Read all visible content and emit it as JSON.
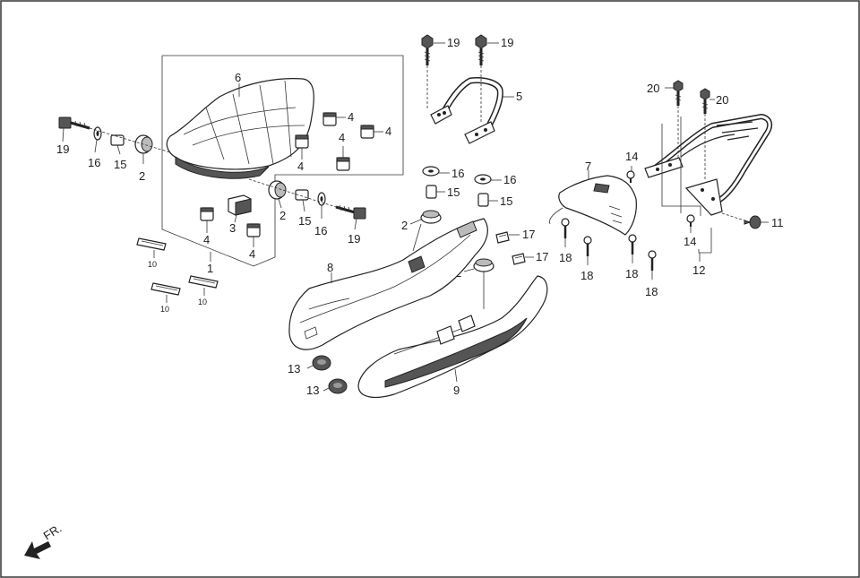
{
  "labels": {
    "p1": "1",
    "p2a": "2",
    "p2b": "2",
    "p2c": "2",
    "p2d": "2",
    "p3": "3",
    "p4a": "4",
    "p4b": "4",
    "p4c": "4",
    "p4d": "4",
    "p4e": "4",
    "p4f": "4",
    "p5": "5",
    "p6": "6",
    "p7": "7",
    "p8": "8",
    "p9": "9",
    "p10a": "10",
    "p10b": "10",
    "p10c": "10",
    "p11": "11",
    "p12": "12",
    "p13a": "13",
    "p13b": "13",
    "p14a": "14",
    "p14b": "14",
    "p15a": "15",
    "p15b": "15",
    "p15c": "15",
    "p15d": "15",
    "p16a": "16",
    "p16b": "16",
    "p16c": "16",
    "p16d": "16",
    "p17a": "17",
    "p17b": "17",
    "p18a": "18",
    "p18b": "18",
    "p18c": "18",
    "p18d": "18",
    "p19a": "19",
    "p19b": "19",
    "p19c": "19",
    "p19d": "19",
    "p20a": "20",
    "p20b": "20"
  },
  "direction": "FR."
}
